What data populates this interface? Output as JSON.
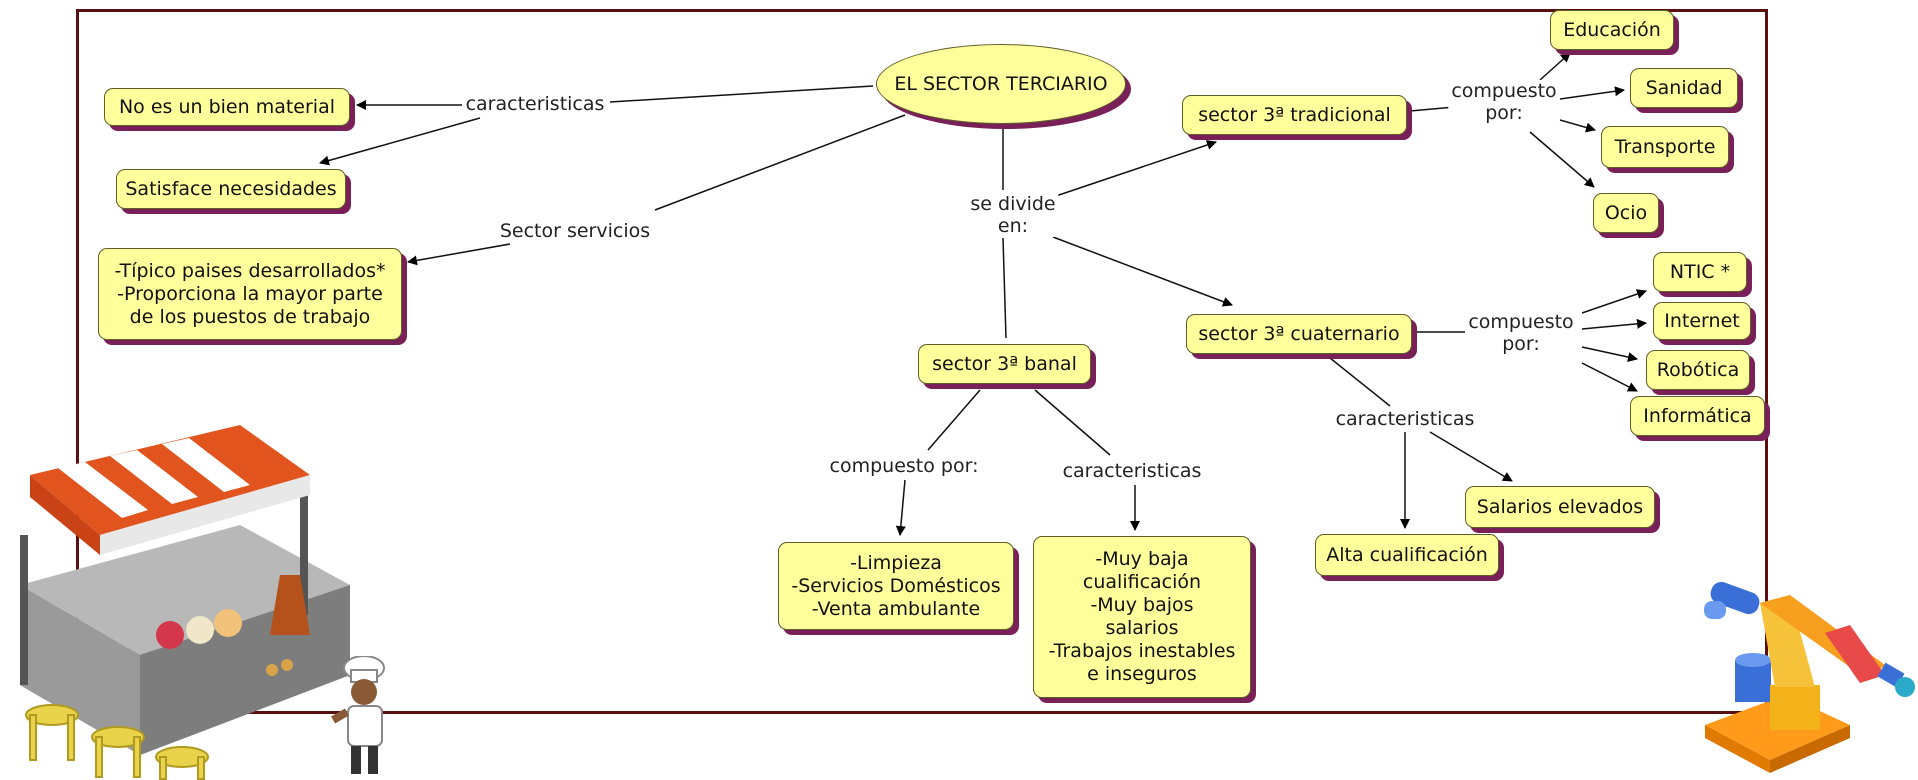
{
  "map": {
    "root": "EL SECTOR TERCIARIO",
    "links": {
      "caracteristicas_top": "caracteristicas",
      "sector_servicios": "Sector servicios",
      "se_divide": "se divide\nen:",
      "compuesto_trad": "compuesto\npor:",
      "compuesto_cuat": "compuesto\npor:",
      "caracteristicas_cuat": "caracteristicas",
      "compuesto_banal": "compuesto por:",
      "caracteristicas_banal": "caracteristicas"
    },
    "nodes": {
      "no_material": "No es un bien material",
      "satisface": "Satisface necesidades",
      "tipico": "-Típico paises desarrollados*\n-Proporciona la mayor parte\nde los puestos de trabajo",
      "tradicional": "sector 3ª tradicional",
      "educacion": "Educación",
      "sanidad": "Sanidad",
      "transporte": "Transporte",
      "ocio": "Ocio",
      "cuaternario": "sector 3ª cuaternario",
      "ntic": "NTIC *",
      "internet": "Internet",
      "robotica": "Robótica",
      "informatica": "Informática",
      "salarios_elevados": "Salarios elevados",
      "alta_cualificacion": "Alta cualificación",
      "banal": "sector 3ª banal",
      "limpieza": "-Limpieza\n-Servicios Domésticos\n-Venta ambulante",
      "muy_baja": "-Muy baja\ncualificación\n-Muy bajos\nsalarios\n-Trabajos inestables\ne inseguros"
    }
  },
  "colors": {
    "node_fill": "#ffff9c",
    "node_shadow": "#7a2058",
    "frame": "#5a1010"
  },
  "illustrations": [
    "food-stall-illustration",
    "chef-illustration",
    "robot-arm-illustration"
  ]
}
